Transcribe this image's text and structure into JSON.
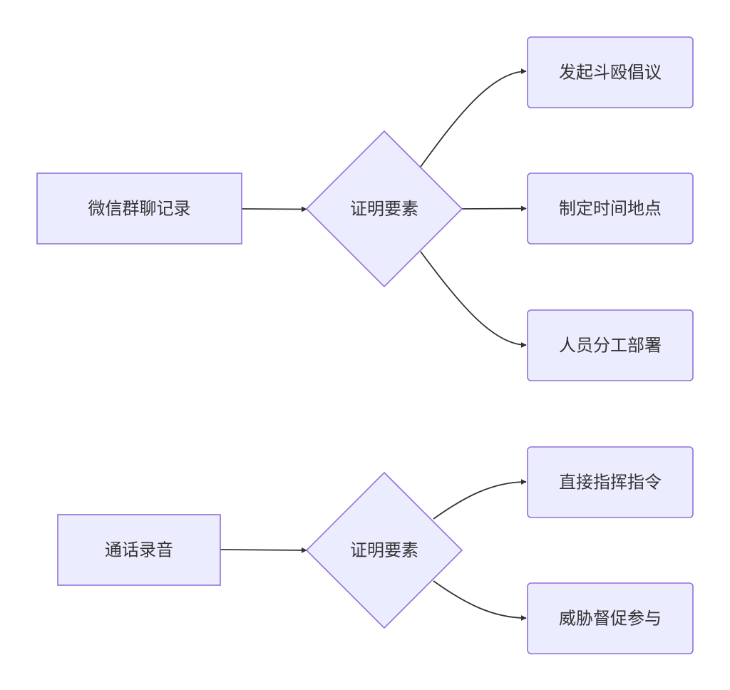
{
  "diagram_a": {
    "source": "微信群聊记录",
    "hub": "证明要素",
    "targets": [
      "发起斗殴倡议",
      "制定时间地点",
      "人员分工部署"
    ]
  },
  "diagram_b": {
    "source": "通话录音",
    "hub": "证明要素",
    "targets": [
      "直接指挥指令",
      "威胁督促参与"
    ]
  }
}
